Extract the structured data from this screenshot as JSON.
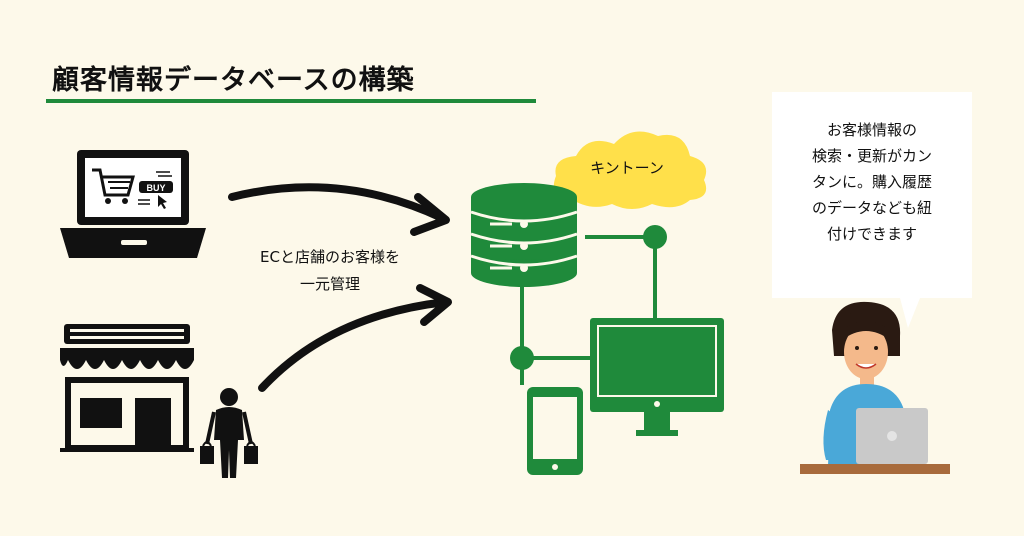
{
  "title": "顧客情報データベースの構築",
  "caption": {
    "line1": "ECと店舗のお客様を",
    "line2": "一元管理"
  },
  "cloud_label": "キントーン",
  "buy_label": "BUY",
  "bubble": {
    "lines": [
      "お客様情報の",
      "検索・更新がカン",
      "タンに。購入履歴",
      "のデータなども紐",
      "付けできます"
    ]
  },
  "colors": {
    "background": "#fdf9ea",
    "accent_green": "#1f8a3b",
    "cloud_yellow": "#ffe04a",
    "ink": "#111111",
    "shirt_blue": "#4aa8d8"
  },
  "icons": [
    "laptop-cart-icon",
    "store-icon",
    "shopper-icon",
    "database-icon",
    "cloud-icon",
    "monitor-icon",
    "smartphone-icon",
    "woman-laptop-illustration",
    "speech-bubble"
  ]
}
